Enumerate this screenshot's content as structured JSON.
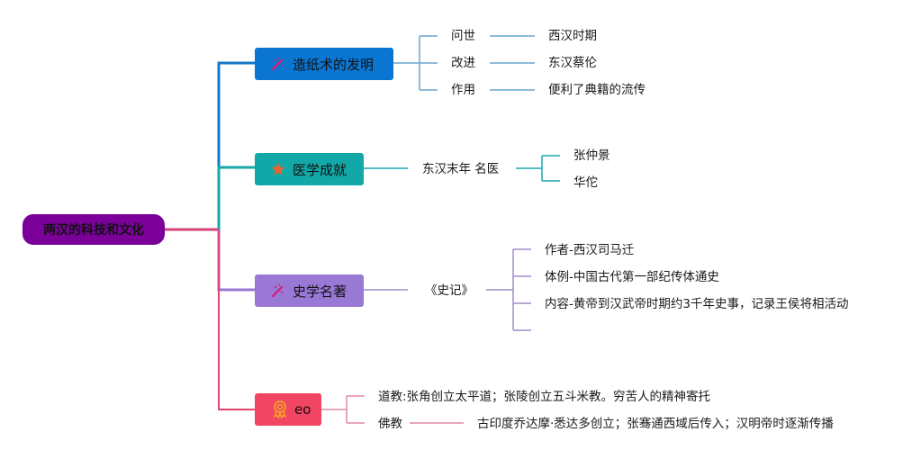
{
  "root": {
    "label": "两汉的科技和文化",
    "color": "#7b0099"
  },
  "topics": [
    {
      "label": "造纸术的发明",
      "icon": "magic-wand-icon",
      "color": "#0a76d2",
      "line_color": "#5b9dc9",
      "children": [
        {
          "label": "问世",
          "detail": "西汉时期"
        },
        {
          "label": "改进",
          "detail": "东汉蔡伦"
        },
        {
          "label": "作用",
          "detail": "便利了典籍的流传"
        }
      ]
    },
    {
      "label": "医学成就",
      "icon": "star-icon",
      "color": "#13a8a8",
      "line_color": "#1aa7b0",
      "child": {
        "label": "东汉末年 名医",
        "children": [
          "张仲景",
          "华佗"
        ]
      }
    },
    {
      "label": "史学名著",
      "icon": "magic-wand-icon",
      "color": "#9a79d6",
      "line_color": "#9a84c4",
      "child": {
        "label": "《史记》",
        "children": [
          "作者-西汉司马迁",
          "体例-中国古代第一部纪传体通史",
          "内容-黄帝到汉武帝时期约3千年史事，记录王侯将相活动",
          ""
        ]
      }
    },
    {
      "label": "eo",
      "icon": "award-medal-icon",
      "color": "#f24463",
      "line_color": "#e08aa0",
      "children": [
        {
          "label": "道教:张角创立太平道；张陵创立五斗米教。穷苦人的精神寄托"
        },
        {
          "label": "佛教",
          "detail": "古印度乔达摩·悉达多创立；张骞通西域后传入；汉明帝时逐渐传播"
        }
      ]
    }
  ]
}
